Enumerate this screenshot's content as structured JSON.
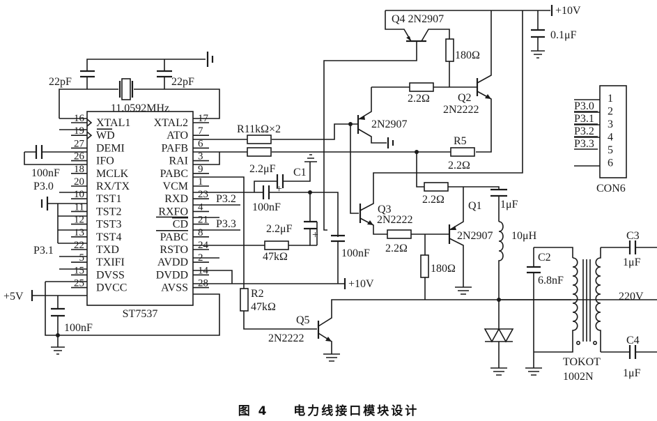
{
  "caption": {
    "figure": "图 4",
    "title": "电力线接口模块设计"
  },
  "ic": {
    "name": "ST7537",
    "left_pins": [
      {
        "num": "16",
        "name": "XTAL1",
        "overline": false,
        "clock": true
      },
      {
        "num": "19",
        "name": "WD",
        "overline": true,
        "clock": true
      },
      {
        "num": "27",
        "name": "DEMI"
      },
      {
        "num": "26",
        "name": "IFO"
      },
      {
        "num": "18",
        "name": "MCLK"
      },
      {
        "num": "20",
        "name": "RX/TX"
      },
      {
        "num": "10",
        "name": "TST1"
      },
      {
        "num": "11",
        "name": "TST2"
      },
      {
        "num": "12",
        "name": "TST3"
      },
      {
        "num": "13",
        "name": "TST4"
      },
      {
        "num": "22",
        "name": "TXD"
      },
      {
        "num": "5",
        "name": "TXIFI"
      },
      {
        "num": "15",
        "name": "DVSS"
      },
      {
        "num": "25",
        "name": "DVCC"
      }
    ],
    "right_pins": [
      {
        "num": "17",
        "name": "XTAL2"
      },
      {
        "num": "7",
        "name": "ATO"
      },
      {
        "num": "6",
        "name": "PAFB"
      },
      {
        "num": "3",
        "name": "RAI"
      },
      {
        "num": "9",
        "name": "PABC"
      },
      {
        "num": "1",
        "name": "VCM"
      },
      {
        "num": "23",
        "name": "RXD"
      },
      {
        "num": "4",
        "name": "RXFO",
        "underline": true
      },
      {
        "num": "21",
        "name": "CD",
        "overline": true
      },
      {
        "num": "8",
        "name": "PABC",
        "overline": true
      },
      {
        "num": "24",
        "name": "RSTO"
      },
      {
        "num": "2",
        "name": "AVDD"
      },
      {
        "num": "14",
        "name": "DVDD"
      },
      {
        "num": "28",
        "name": "AVSS"
      }
    ]
  },
  "labels": {
    "crystal": "11.0592MHz",
    "cap_22pf_left": "22pF",
    "cap_22pf_right": "22pF",
    "cap_100nf_demi": "100nF",
    "p30_net": "P3.0",
    "p31_net": "P3.1",
    "p32_net": "P3.2",
    "p33_net": "P3.3",
    "plus5v": "+5V",
    "cap_100nf_vcc": "100nF",
    "r1": "R11kΩ×2",
    "cap_c1_value": "2.2μF",
    "cap_c1": "C1",
    "cap_100nf_vcm": "100nF",
    "cap_22uf_b": "2.2μF",
    "r_47k": "47kΩ",
    "cap_100nf_10v": "100nF",
    "plus10v_mid": "+10V",
    "r2": "R2",
    "r2_value": "47kΩ",
    "q5": "Q5",
    "q5_type": "2N2222",
    "q4": "Q4 2N2907",
    "r_180_top": "180Ω",
    "r_22_top": "2.2Ω",
    "q2": "Q2",
    "q2_type": "2N2222",
    "q_mid_type": "2N2907",
    "r5": "R5",
    "r5_value": "2.2Ω",
    "r_22_mid": "2.2Ω",
    "q3": "Q3",
    "q3_type": "2N2222",
    "r_22_low": "2.2Ω",
    "q1": "Q1",
    "q1_type": "2N2907",
    "r_180_low": "180Ω",
    "cap_1uf": "1μF",
    "inductor": "10μH",
    "plus10v_top": "+10V",
    "cap_01uf": "0.1μF",
    "c2": "C2",
    "c2_value": "6.8nF",
    "c3": "C3",
    "c3_value": "1μF",
    "c4": "C4",
    "c4_value": "1μF",
    "mains": "220V",
    "transformer": "TOKOT",
    "transformer_part": "1002N",
    "connector": "CON6",
    "con_pins": [
      "1",
      "2",
      "3",
      "4",
      "5",
      "6"
    ],
    "con_nets": [
      "P3.0",
      "P3.1",
      "P3.2",
      "P3.3"
    ]
  }
}
